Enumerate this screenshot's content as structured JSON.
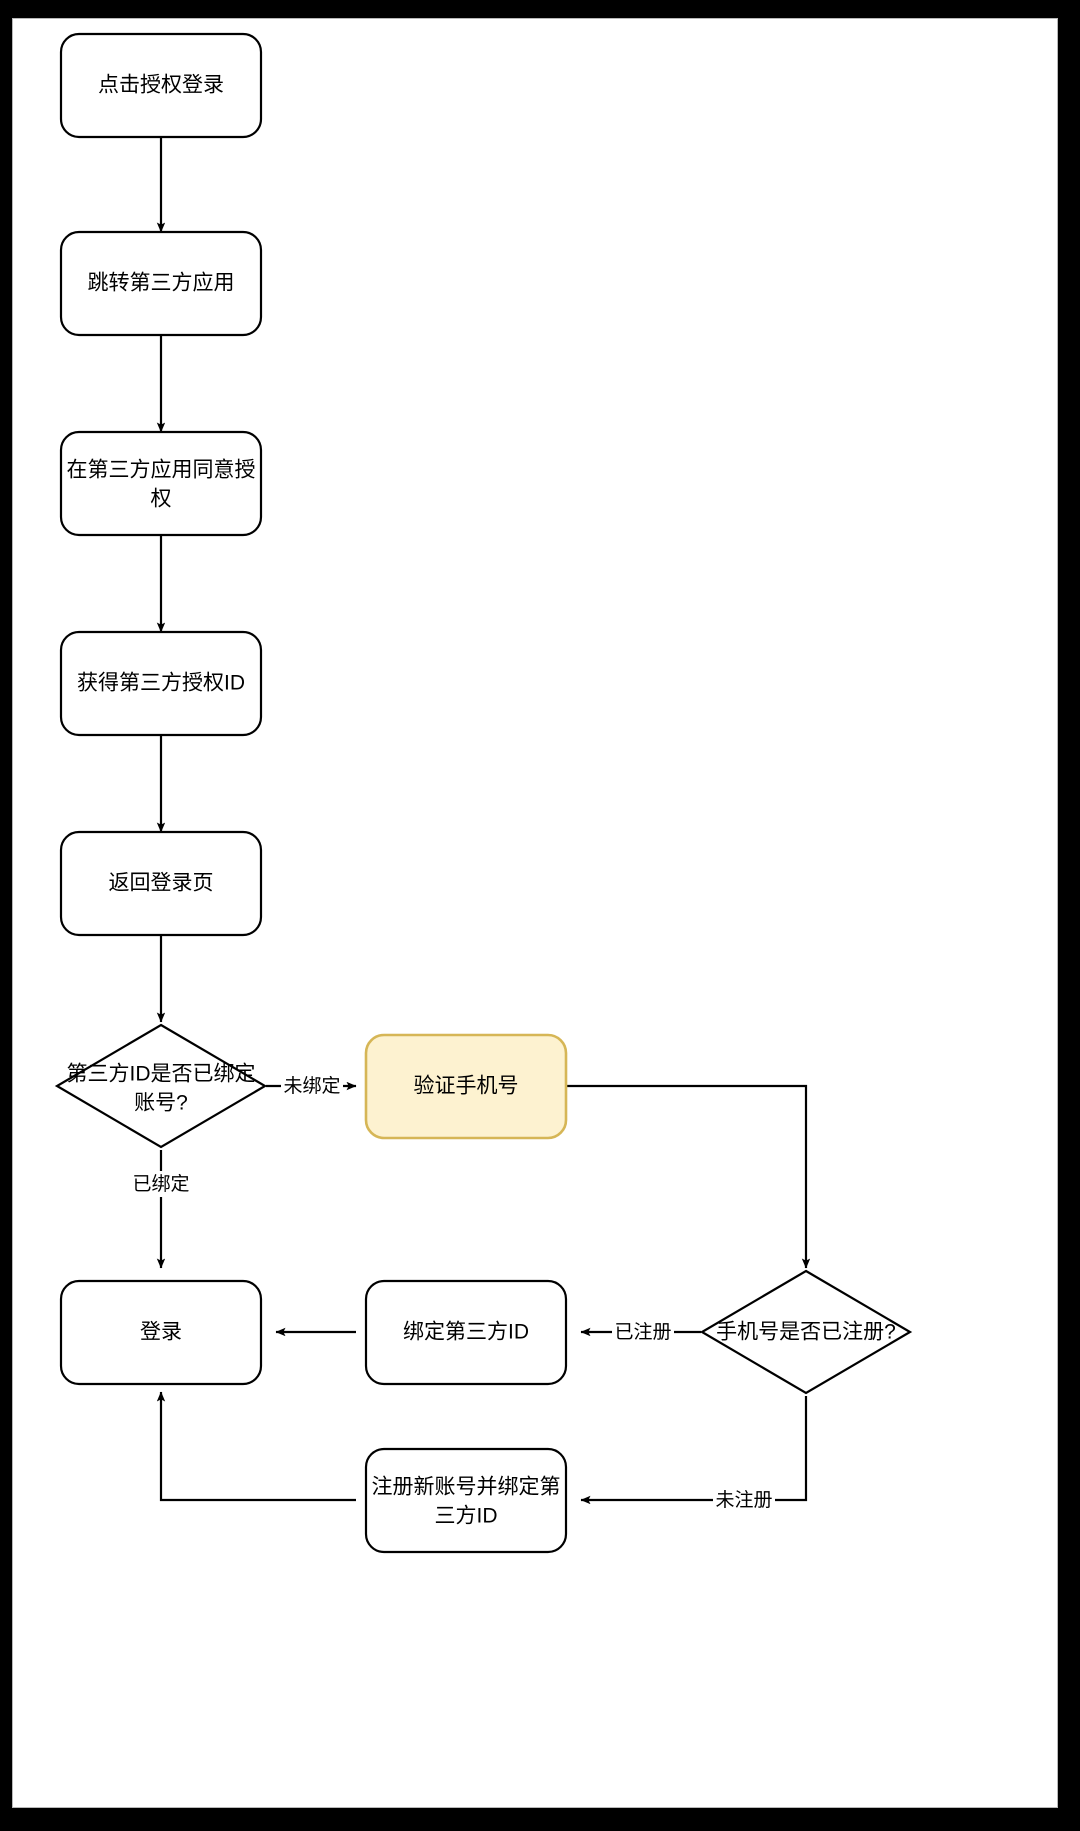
{
  "diagram": {
    "type": "flowchart",
    "title": "第三方授权登录流程",
    "canvas": {
      "background": "#ffffff",
      "frame_color": "#000000"
    },
    "colors": {
      "node_fill": "#ffffff",
      "node_stroke": "#000000",
      "highlight_fill": "#fdf2d0",
      "highlight_stroke": "#d6b656",
      "edge_stroke": "#000000",
      "text": "#000000"
    },
    "nodes": [
      {
        "id": "n1",
        "shape": "rounded-rect",
        "label": "点击授权登录",
        "lines": [
          "点击授权登录"
        ],
        "highlight": false
      },
      {
        "id": "n2",
        "shape": "rounded-rect",
        "label": "跳转第三方应用",
        "lines": [
          "跳转第三方应用"
        ],
        "highlight": false
      },
      {
        "id": "n3",
        "shape": "rounded-rect",
        "label": "在第三方应用同意授权",
        "lines": [
          "在第三方应用同意授",
          "权"
        ],
        "highlight": false
      },
      {
        "id": "n4",
        "shape": "rounded-rect",
        "label": "获得第三方授权ID",
        "lines": [
          "获得第三方授权ID"
        ],
        "highlight": false
      },
      {
        "id": "n5",
        "shape": "rounded-rect",
        "label": "返回登录页",
        "lines": [
          "返回登录页"
        ],
        "highlight": false
      },
      {
        "id": "d1",
        "shape": "diamond",
        "label": "第三方ID是否已绑定账号?",
        "lines": [
          "第三方ID是否已绑定",
          "账号?"
        ],
        "highlight": false
      },
      {
        "id": "n6",
        "shape": "rounded-rect",
        "label": "验证手机号",
        "lines": [
          "验证手机号"
        ],
        "highlight": true
      },
      {
        "id": "d2",
        "shape": "diamond",
        "label": "手机号是否已注册?",
        "lines": [
          "手机号是否已注册?"
        ],
        "highlight": false
      },
      {
        "id": "n7",
        "shape": "rounded-rect",
        "label": "绑定第三方ID",
        "lines": [
          "绑定第三方ID"
        ],
        "highlight": false
      },
      {
        "id": "n8",
        "shape": "rounded-rect",
        "label": "登录",
        "lines": [
          "登录"
        ],
        "highlight": false
      },
      {
        "id": "n9",
        "shape": "rounded-rect",
        "label": "注册新账号并绑定第三方ID",
        "lines": [
          "注册新账号并绑定第",
          "三方ID"
        ],
        "highlight": false
      }
    ],
    "edges": [
      {
        "from": "n1",
        "to": "n2",
        "label": ""
      },
      {
        "from": "n2",
        "to": "n3",
        "label": ""
      },
      {
        "from": "n3",
        "to": "n4",
        "label": ""
      },
      {
        "from": "n4",
        "to": "n5",
        "label": ""
      },
      {
        "from": "n5",
        "to": "d1",
        "label": ""
      },
      {
        "from": "d1",
        "to": "n6",
        "label": "未绑定"
      },
      {
        "from": "d1",
        "to": "n8",
        "label": "已绑定"
      },
      {
        "from": "n6",
        "to": "d2",
        "label": ""
      },
      {
        "from": "d2",
        "to": "n7",
        "label": "已注册"
      },
      {
        "from": "d2",
        "to": "n9",
        "label": "未注册"
      },
      {
        "from": "n7",
        "to": "n8",
        "label": ""
      },
      {
        "from": "n9",
        "to": "n8",
        "label": ""
      }
    ],
    "labels": {
      "n1": "点击授权登录",
      "n2": "跳转第三方应用",
      "n3_l1": "在第三方应用同意授",
      "n3_l2": "权",
      "n4": "获得第三方授权ID",
      "n5": "返回登录页",
      "d1_l1": "第三方ID是否已绑定",
      "d1_l2": "账号?",
      "n6": "验证手机号",
      "d2": "手机号是否已注册?",
      "n7": "绑定第三方ID",
      "n8": "登录",
      "n9_l1": "注册新账号并绑定第",
      "n9_l2": "三方ID",
      "e_unbound": "未绑定",
      "e_bound": "已绑定",
      "e_registered": "已注册",
      "e_unregistered": "未注册"
    }
  }
}
